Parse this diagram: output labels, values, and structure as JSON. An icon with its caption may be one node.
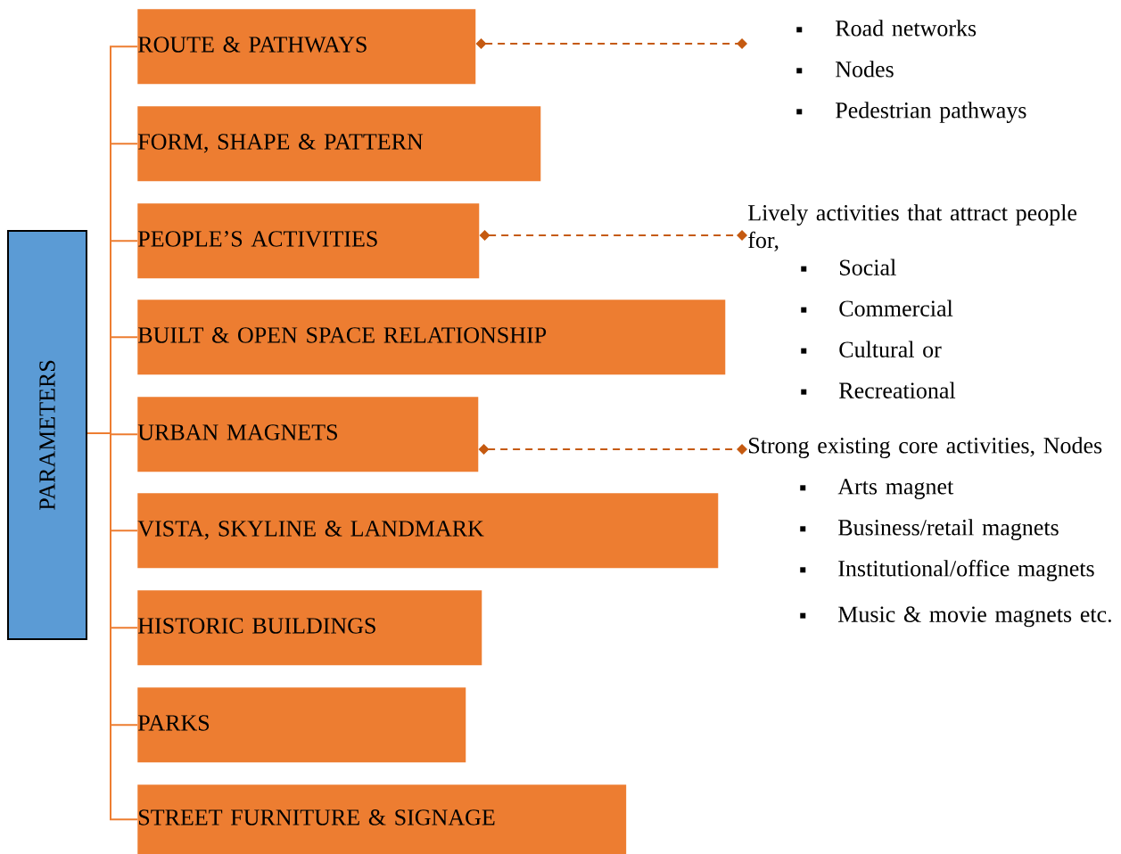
{
  "diagram": {
    "nodes": [
      {
        "text": [
          "PARAMETERS"
        ]
      },
      {
        "text": [
          "ROUTE & PATHWAYS"
        ]
      },
      {
        "text": [
          "FORM, SHAPE & PATTERN"
        ]
      },
      {
        "text": [
          "PEOPLE’S ACTIVITIES"
        ]
      },
      {
        "text": [
          "BUILT & OPEN SPACE RELATIONSHIP"
        ]
      },
      {
        "text": [
          "URBAN MAGNETS"
        ]
      },
      {
        "text": [
          "VISTA, SKYLINE & LANDMARK"
        ]
      },
      {
        "text": [
          "HISTORIC BUILDINGS"
        ]
      },
      {
        "text": [
          "PARKS"
        ]
      },
      {
        "text": [
          "STREET FURNITURE & SIGNAGE"
        ]
      },
      {
        "text": [
          "Road networks",
          "Nodes",
          "Pedestrian pathways"
        ]
      },
      {
        "text": [
          "Lively activities that attract people for,",
          "Social",
          "Commercial",
          "Cultural or",
          "Recreational"
        ]
      },
      {
        "text": [
          "Strong existing core activities, Nodes",
          "Arts magnet",
          "Business/retail magnets",
          "Institutional/office magnets",
          "Music & movie magnets etc."
        ]
      }
    ],
    "edges": [
      {
        "from": 0,
        "to": 1,
        "arrow": "none"
      },
      {
        "from": 0,
        "to": 2,
        "arrow": "none"
      },
      {
        "from": 0,
        "to": 3,
        "arrow": "none"
      },
      {
        "from": 0,
        "to": 4,
        "arrow": "none"
      },
      {
        "from": 0,
        "to": 5,
        "arrow": "none"
      },
      {
        "from": 0,
        "to": 6,
        "arrow": "none"
      },
      {
        "from": 0,
        "to": 7,
        "arrow": "none"
      },
      {
        "from": 0,
        "to": 8,
        "arrow": "none"
      },
      {
        "from": 0,
        "to": 9,
        "arrow": "none"
      },
      {
        "from": 1,
        "to": 10,
        "arrow": "other",
        "style": "dashed",
        "color": "#c55a11"
      },
      {
        "from": 3,
        "to": 11,
        "arrow": "other",
        "style": "dashed",
        "color": "#c55a11"
      },
      {
        "from": 5,
        "to": 12,
        "arrow": "other",
        "style": "dashed",
        "color": "#c55a11"
      }
    ]
  }
}
